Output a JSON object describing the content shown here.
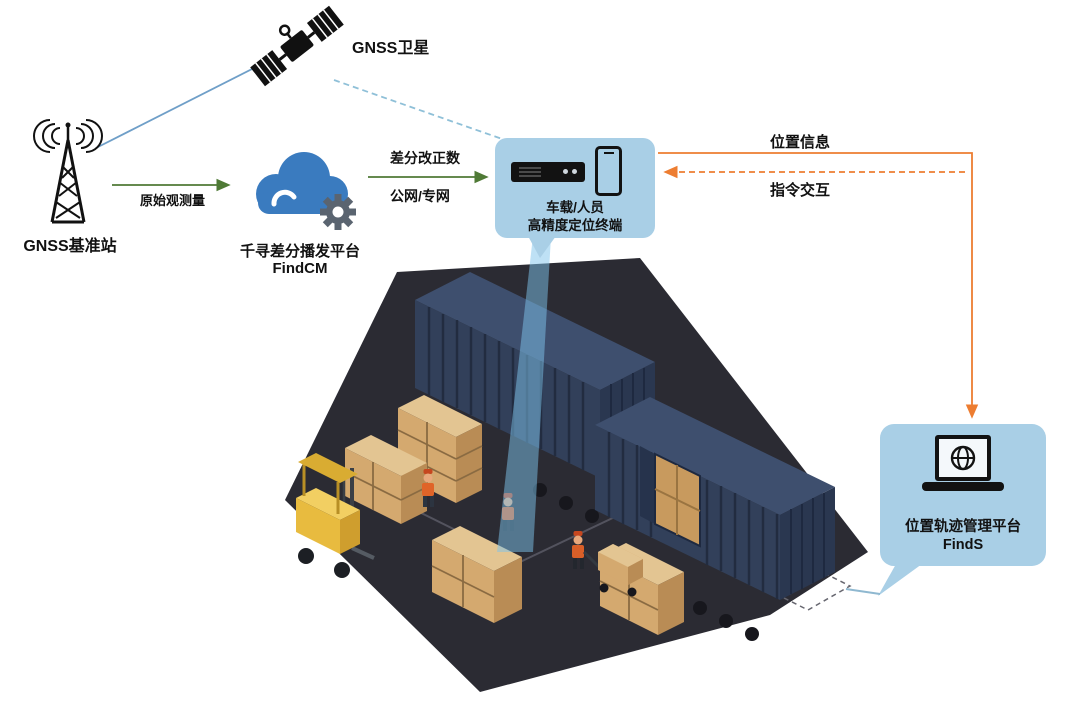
{
  "labels": {
    "satellite": "GNSS卫星",
    "base_station": "GNSS基准站",
    "raw_observation": "原始观测量",
    "cloud_platform_line1": "千寻差分播发平台",
    "cloud_platform_line2": "FindCM",
    "diff_correction_line1": "差分改正数",
    "diff_correction_line2": "公网/专网",
    "terminal_line1": "车载/人员",
    "terminal_line2": "高精度定位终端",
    "position_info": "位置信息",
    "command_interaction": "指令交互",
    "platform_line1": "位置轨迹管理平台",
    "platform_line2": "FindS"
  },
  "colors": {
    "node_box_blue": "#a9cfe6",
    "cloud_blue": "#3a7bbf",
    "gear_gray": "#5a6470",
    "arrow_green": "#4f7a36",
    "arrow_orange": "#ed7d31",
    "satellite_line_blue": "#6f9fc8",
    "dashed_line_blue": "#8fc0d8",
    "floor_dark": "#2b2b33",
    "container_navy": "#32405a",
    "box_tan": "#d4a96f",
    "forklift_yellow": "#e8bb3f",
    "beam_blue": "rgba(125,195,235,0.5)"
  }
}
